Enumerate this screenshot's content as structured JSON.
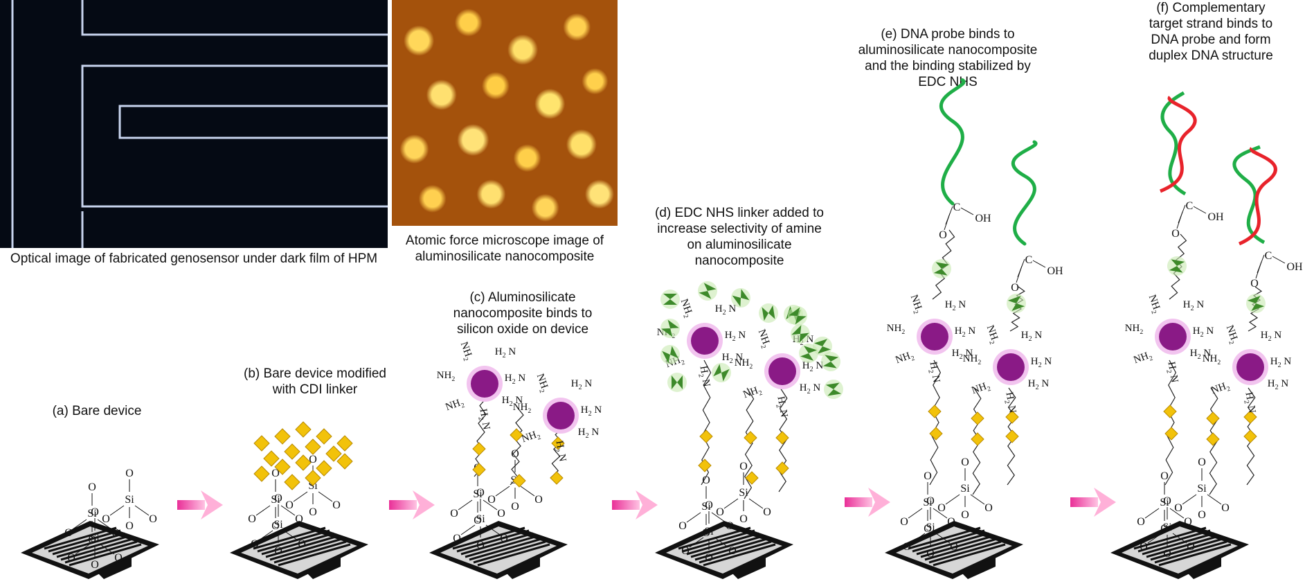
{
  "top_images": {
    "optical_caption": "Optical image of fabricated genosensor under dark film of HPM",
    "afm_caption_line1": "Atomic force microscope image of",
    "afm_caption_line2": "aluminosilicate nanocomposite"
  },
  "steps": {
    "a": {
      "line1": "(a) Bare device"
    },
    "b": {
      "line1": "(b) Bare device modified",
      "line2": "with CDI linker"
    },
    "c": {
      "line1": "(c) Aluminosilicate",
      "line2": "nanocomposite binds to",
      "line3": "silicon oxide on device"
    },
    "d": {
      "line1": "(d) EDC NHS linker added to",
      "line2": "increase selectivity of amine",
      "line3": "on aluminosilicate",
      "line4": "nanocomposite"
    },
    "e": {
      "line1": "(e) DNA probe binds to",
      "line2": "aluminosilicate nanocomposite",
      "line3": "and the binding stabilized by",
      "line4": "EDC NHS"
    },
    "f": {
      "line1": "(f) Complementary",
      "line2": "target strand binds to",
      "line3": "DNA probe and form",
      "line4": "duplex DNA structure"
    }
  },
  "chem": {
    "si": "Si",
    "o": "O",
    "nh2": "NH",
    "h2n": "H",
    "n": "N",
    "sub2": "2",
    "c": "C",
    "oh": "OH"
  },
  "colors": {
    "arrow": "#f27bbd",
    "linker": "#f2c20a",
    "nanoparticle": "#8a1a86",
    "edc": "#3d8a2a",
    "probe_strand": "#1fae47",
    "target_strand": "#e8232b"
  }
}
